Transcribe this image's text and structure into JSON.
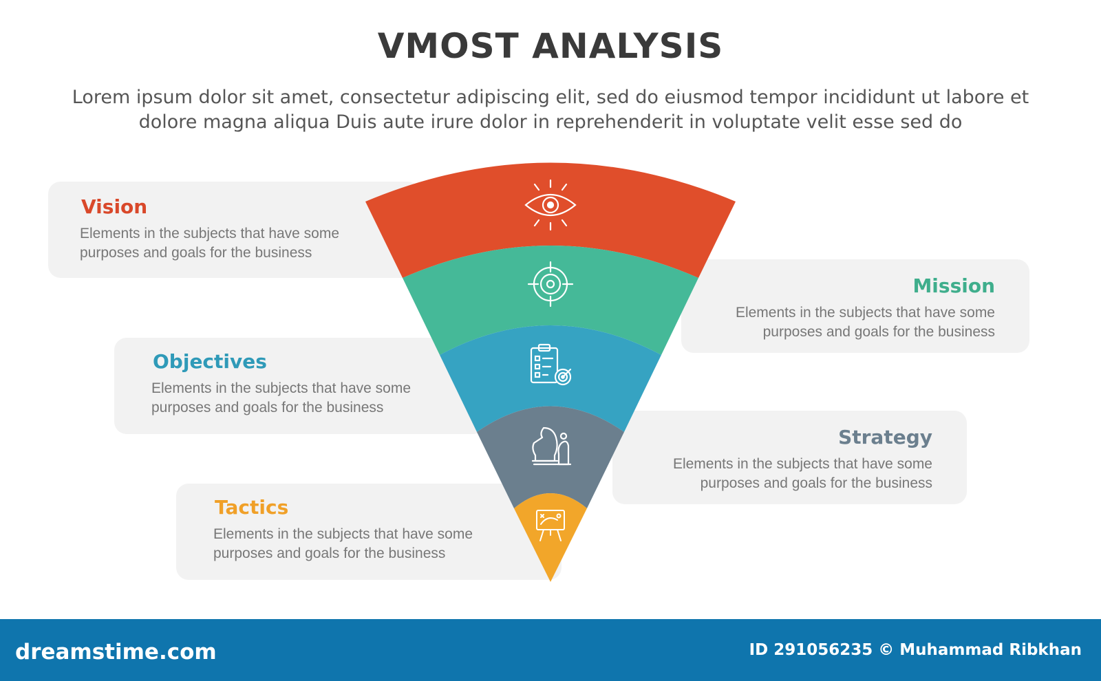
{
  "header": {
    "title": "VMOST ANALYSIS",
    "subtitle": "Lorem ipsum dolor sit amet, consectetur adipiscing elit, sed do eiusmod tempor incididunt ut labore et dolore magna aliqua Duis aute irure dolor in reprehenderit in voluptate velit esse sed do"
  },
  "stages": [
    {
      "title": "Vision",
      "desc": "Elements in the subjects that have some purposes and goals for the  business",
      "color": "#e04e2b",
      "icon": "eye-icon"
    },
    {
      "title": "Mission",
      "desc": "Elements in the subjects that have some purposes and goals for the  business",
      "color": "#45b998",
      "icon": "target-icon"
    },
    {
      "title": "Objectives",
      "desc": "Elements in the subjects that have some purposes and goals for the  business",
      "color": "#36a3c2",
      "icon": "clipboard-target-icon"
    },
    {
      "title": "Strategy",
      "desc": "Elements in the subjects that have some purposes and goals for the  business",
      "color": "#6b7f8e",
      "icon": "chess-knight-icon"
    },
    {
      "title": "Tactics",
      "desc": "Elements in the subjects that have some purposes and goals for the  business",
      "color": "#f2a62a",
      "icon": "tactics-board-icon"
    }
  ],
  "footer": {
    "logo": "dreamstime.com",
    "credit": "ID 291056235 © Muhammad Ribkhan"
  }
}
